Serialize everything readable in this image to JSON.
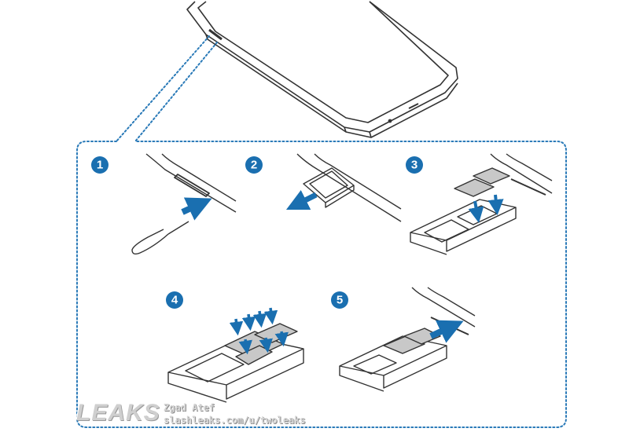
{
  "steps": [
    {
      "number": "1"
    },
    {
      "number": "2"
    },
    {
      "number": "3"
    },
    {
      "number": "4"
    },
    {
      "number": "5"
    }
  ],
  "colors": {
    "badge": "#1a6fb0",
    "arrow": "#1a6fb0",
    "outline": "#333333",
    "sim_card": "#c8c8c8",
    "dotted_border": "#2a7ab8"
  },
  "watermark": {
    "logo": "LEAKS",
    "author": "Zgad Atef",
    "url": "slashleaks.com/u/twoleaks"
  }
}
